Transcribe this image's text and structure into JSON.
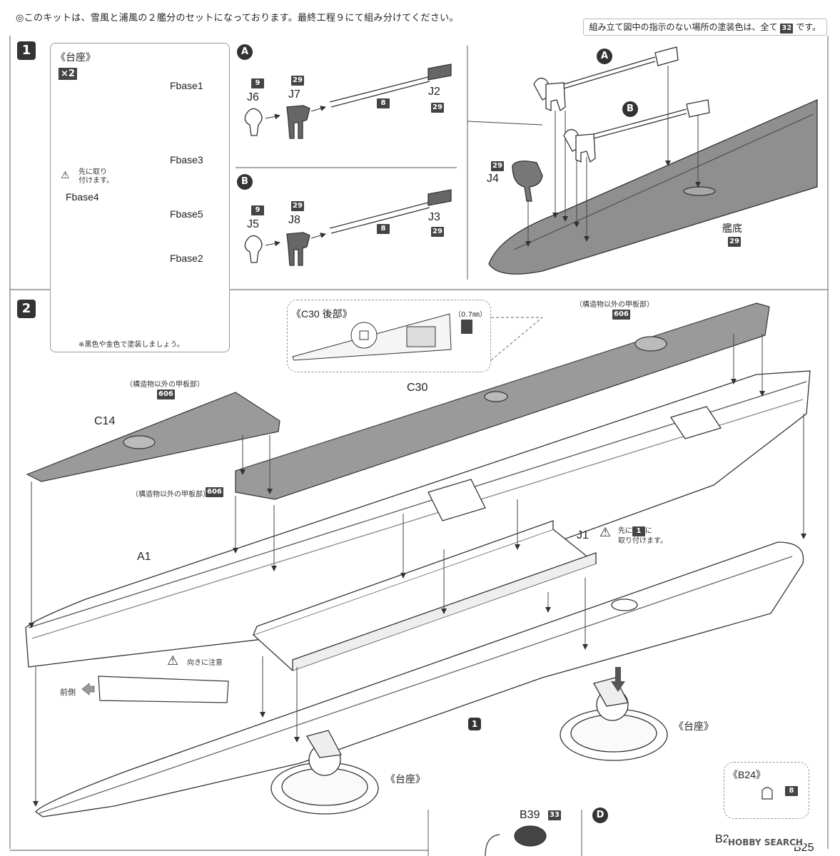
{
  "header": {
    "note": "◎このキットは、雪風と浦風の２艦分のセットになっております。最終工程９にて組み分けてください。",
    "paint_note_prefix": "組み立て図中の指示のない場所の塗装色は、全て",
    "paint_note_color": "32",
    "paint_note_suffix": "です。"
  },
  "step1": {
    "number": "1",
    "stand_title": "《台座》",
    "multiplier": "×2",
    "parts": [
      "Fbase1",
      "Fbase3",
      "Fbase4",
      "Fbase5",
      "Fbase2"
    ],
    "caution": "先に取り付けます。",
    "caution_l1": "先に取り",
    "caution_l2": "付けます。",
    "stand_note": "※黒色や金色で塗装しましょう。",
    "subA": {
      "tag": "A",
      "j6": "J6",
      "j6_color": "9",
      "j7": "J7",
      "j7_color": "29",
      "j2": "J2",
      "j2_color": "29",
      "shaft_color": "8"
    },
    "subB": {
      "tag": "B",
      "j5": "J5",
      "j5_color": "9",
      "j8": "J8",
      "j8_color": "29",
      "j3": "J3",
      "j3_color": "29",
      "shaft_color": "8"
    },
    "hull": {
      "j4": "J4",
      "j4_color": "29",
      "bottom_label": "艦底",
      "bottom_color": "29",
      "tagA": "A",
      "tagB": "B"
    }
  },
  "step2": {
    "number": "2",
    "c30_rear_title": "《C30 後部》",
    "c30_rear_dim": "（0.7㎜）",
    "deck_note": "（構造物以外の甲板部）",
    "deck_color": "606",
    "c30": "C30",
    "c14": "C14",
    "a1": "A1",
    "j1": "J1",
    "j1_note_pre": "先に",
    "j1_note_num": "1",
    "j1_note_post": "に",
    "j1_note_l2": "取り付けます。",
    "direction_note": "向きに注意",
    "front_label": "前側",
    "stand_label": "《台座》",
    "step1_ref": "1"
  },
  "step3": {
    "b24_title": "《B24》",
    "b24_color": "8",
    "b39": "B39",
    "b39_color": "33",
    "tagD": "D",
    "b2x": "B2",
    "b25": "B25"
  },
  "watermark": "HOBBY SEARCH"
}
